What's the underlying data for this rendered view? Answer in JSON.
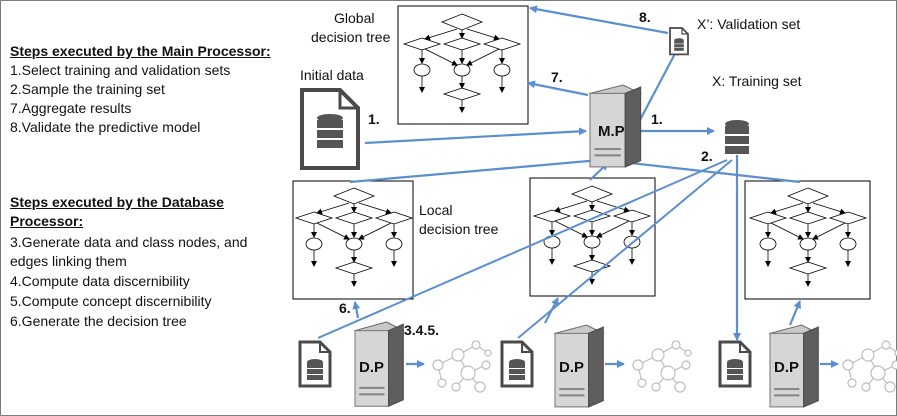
{
  "main_processor": {
    "heading": "Steps executed by the Main Processor:",
    "steps": [
      "1.Select training and validation sets",
      "2.Sample the training set",
      "7.Aggregate results",
      "8.Validate the predictive model"
    ]
  },
  "database_processor": {
    "heading_line1": "Steps executed by the Database",
    "heading_line2": "Processor:",
    "steps": [
      "3.Generate data and class nodes, and",
      "edges linking them",
      "4.Compute data discernibility",
      "5.Compute concept discernibility",
      "6.Generate the decision tree"
    ]
  },
  "labels": {
    "global_tree_1": "Global",
    "global_tree_2": "decision tree",
    "initial_data": "Initial data",
    "validation_set": "X’: Validation set",
    "training_set": "X: Training set",
    "local_tree_1": "Local",
    "local_tree_2": "decision tree",
    "main_server": "M.P",
    "db_server": "D.P",
    "step_1a": "1.",
    "step_1b": "1.",
    "step_2": "2.",
    "step_345": "3.4.5.",
    "step_6": "6.",
    "step_7": "7.",
    "step_8": "8."
  },
  "colors": {
    "arrow": "#5b8fd0",
    "tree_border": "#000000",
    "server_dark": "#6b6b6b",
    "server_light": "#d4d4d4",
    "graph": "#b8b8b8"
  }
}
